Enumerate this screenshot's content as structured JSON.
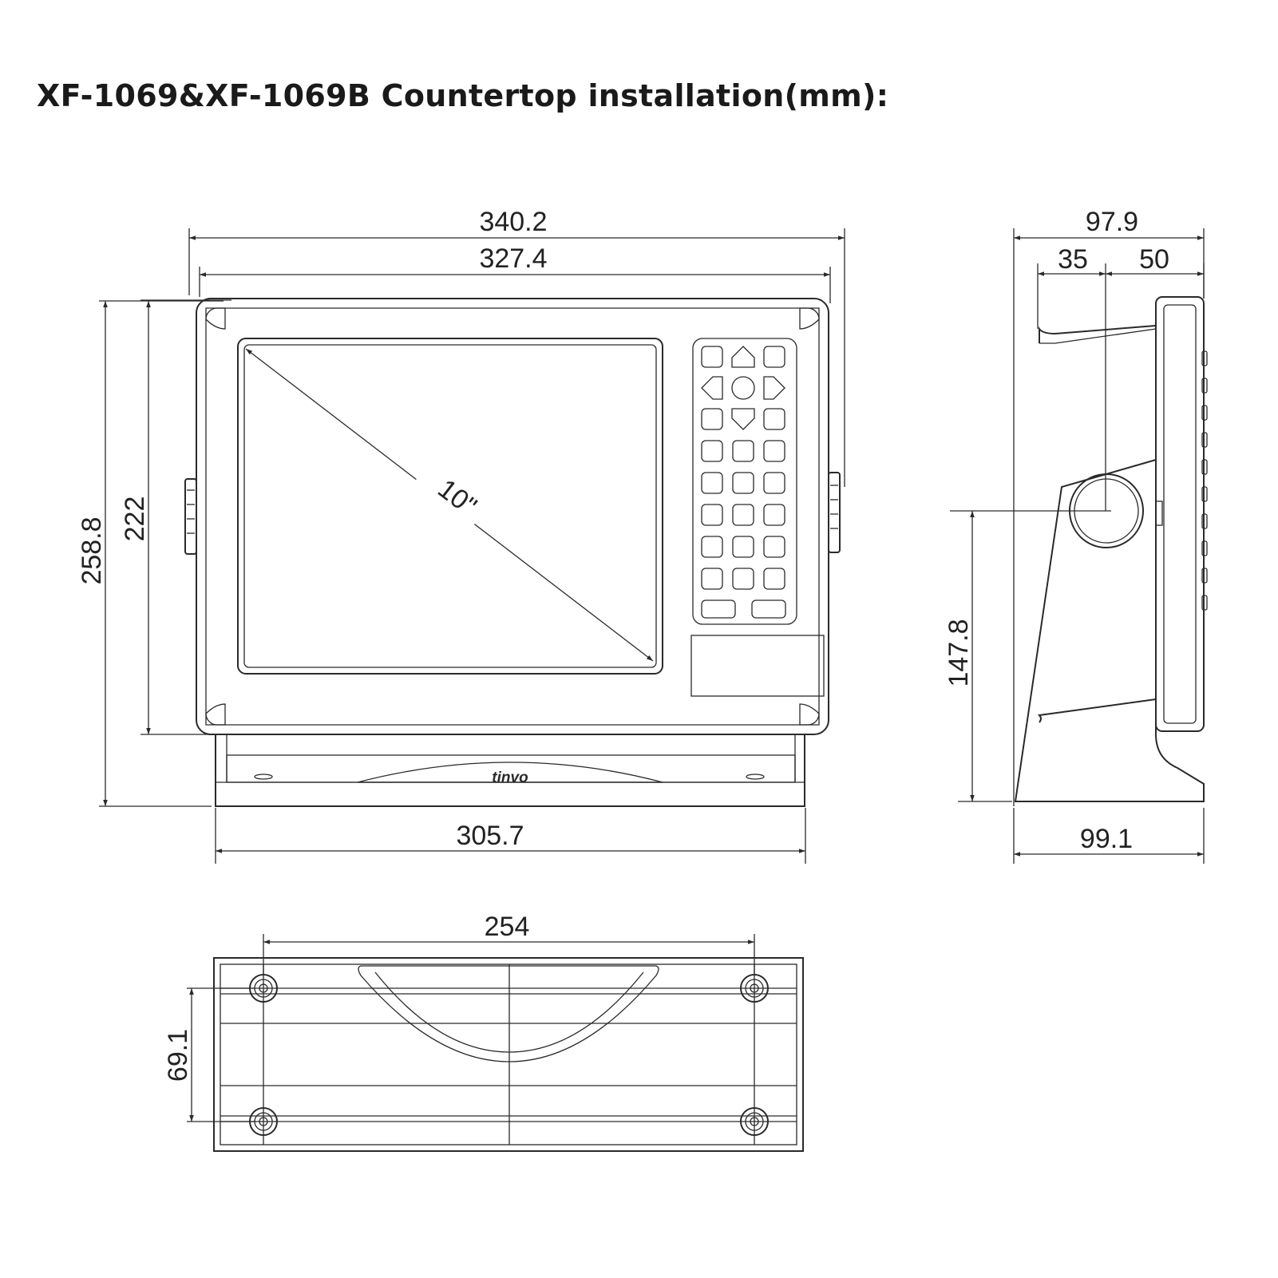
{
  "title": "XF-1069&XF-1069B Countertop installation(mm):",
  "front_view": {
    "dims": {
      "overall_width": "340.2",
      "face_width": "327.4",
      "overall_height": "258.8",
      "face_height": "222",
      "base_width": "305.7"
    },
    "screen_label": "10\"",
    "brand_mark": "tinvo"
  },
  "side_view": {
    "dims": {
      "depth": "97.9",
      "depth_front": "35",
      "depth_back": "50",
      "pivot_height": "147.8",
      "base_depth": "99.1"
    }
  },
  "bottom_view": {
    "dims": {
      "hole_spacing_x": "254",
      "hole_spacing_y": "69.1"
    }
  }
}
